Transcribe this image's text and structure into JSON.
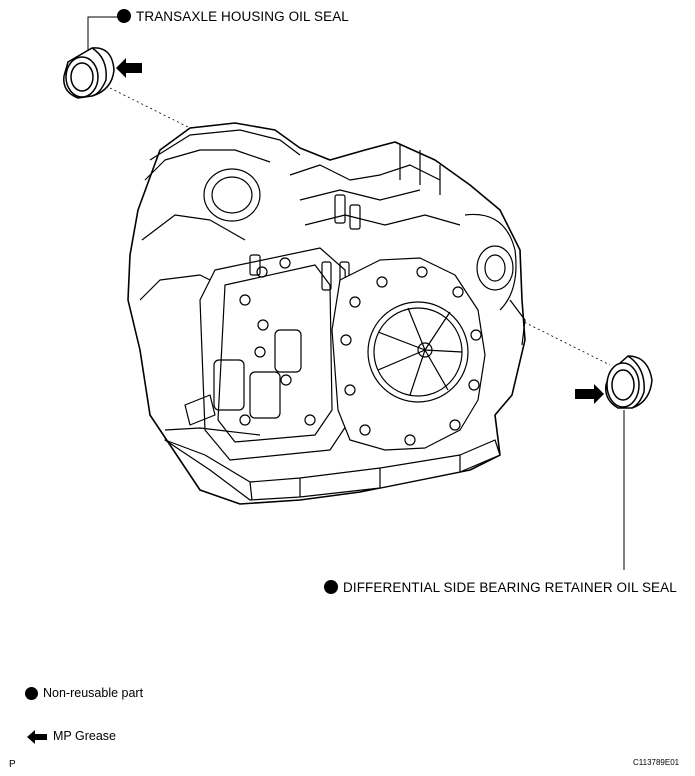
{
  "callouts": {
    "top": "TRANSAXLE HOUSING OIL SEAL",
    "bottom": "DIFFERENTIAL SIDE BEARING RETAINER OIL SEAL"
  },
  "legend": {
    "non_reusable": "Non-reusable part",
    "grease": "MP Grease"
  },
  "footer": {
    "left_mark": "P",
    "code": "C113789E01"
  },
  "icons": {
    "non_reusable_marker": "filled-circle",
    "grease_marker": "arrow-left",
    "color": "#000000"
  }
}
